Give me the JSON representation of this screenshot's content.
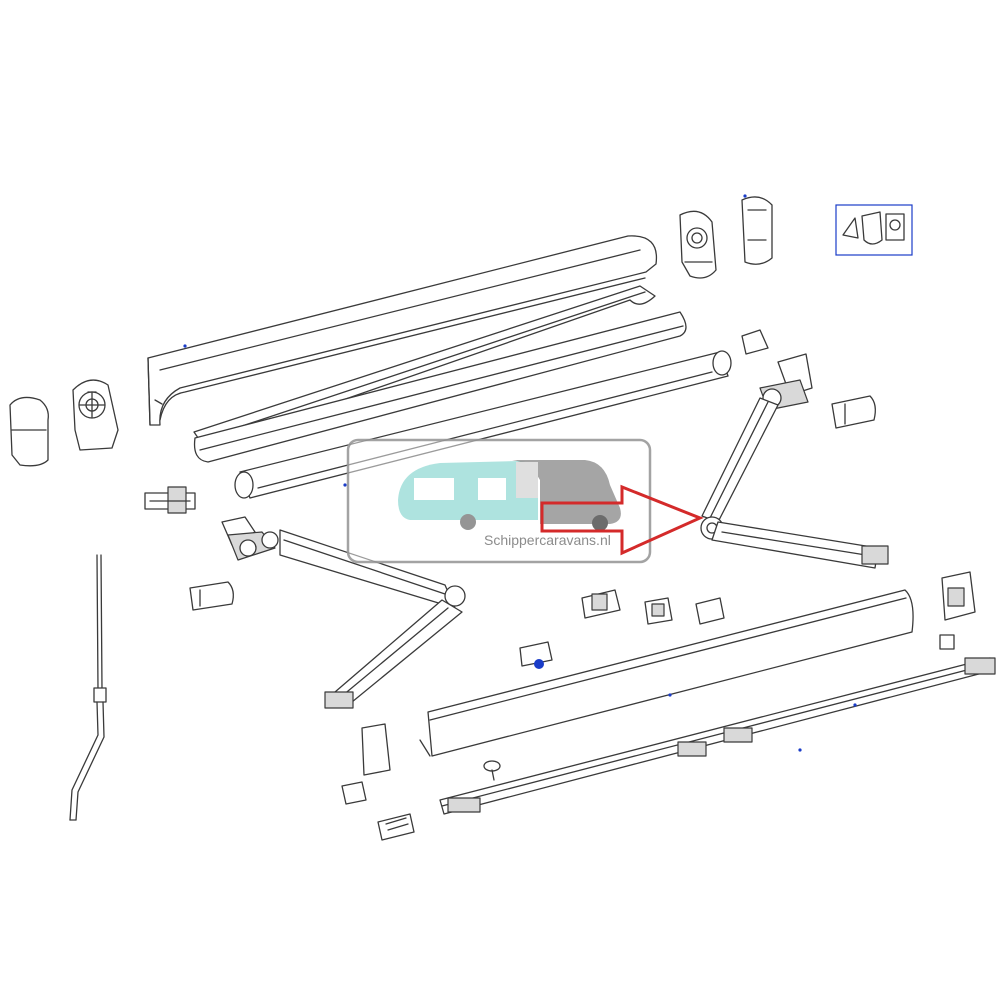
{
  "watermark": {
    "text": "Schippercaravans.nl",
    "logo_colors": {
      "caravan": "#a6e1dc",
      "camper": "#8a8a8a",
      "frame": "#9a9a9a"
    }
  },
  "colors": {
    "line": "#3a3a3a",
    "arrow": "#d42a2a",
    "callout_marks": "#1a3cc8",
    "inset_frame": "#1a3cc8"
  },
  "highlight": {
    "target": "right support arm elbow joint",
    "indicator": "red arrow"
  }
}
